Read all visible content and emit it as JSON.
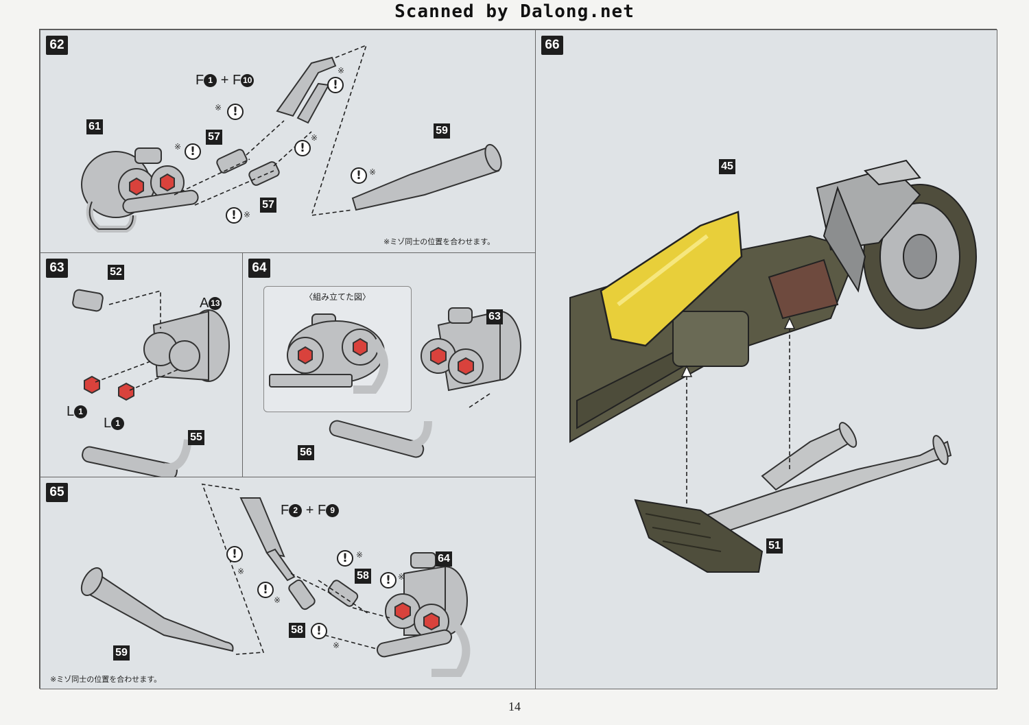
{
  "watermark": "Scanned by Dalong.net",
  "page_number": "14",
  "notes": {
    "groove_align": "※ミゾ同士の位置を合わせます。"
  },
  "steps": {
    "s62": {
      "number": "62",
      "parts": [
        "61",
        "57",
        "57",
        "59"
      ],
      "runner": {
        "prefix_a": "F",
        "num_a": "1",
        "plus": "+",
        "prefix_b": "F",
        "num_b": "10"
      },
      "asterisk": "※"
    },
    "s63": {
      "number": "63",
      "parts": [
        "52",
        "55"
      ],
      "runner_a": {
        "prefix": "A",
        "num": "13"
      },
      "runner_l1": {
        "prefix": "L",
        "num": "1"
      },
      "runner_l2": {
        "prefix": "L",
        "num": "1"
      }
    },
    "s64": {
      "number": "64",
      "parts": [
        "63",
        "56"
      ],
      "inset_title": "〈組み立てた図〉"
    },
    "s65": {
      "number": "65",
      "parts": [
        "64",
        "58",
        "58",
        "59"
      ],
      "runner": {
        "prefix_a": "F",
        "num_a": "2",
        "plus": "+",
        "prefix_b": "F",
        "num_b": "9"
      },
      "asterisk": "※"
    },
    "s66": {
      "number": "66",
      "parts": [
        "45",
        "51"
      ]
    }
  },
  "icons": {
    "caution": "caution-icon"
  },
  "colors": {
    "panel_bg": "#dfe3e6",
    "label_bg": "#1e1e1e",
    "accent_red": "#d9423c",
    "cover_yellow": "#e8cf3a",
    "frame_olive": "#5b5a45",
    "part_gray": "#bfc1c3"
  }
}
